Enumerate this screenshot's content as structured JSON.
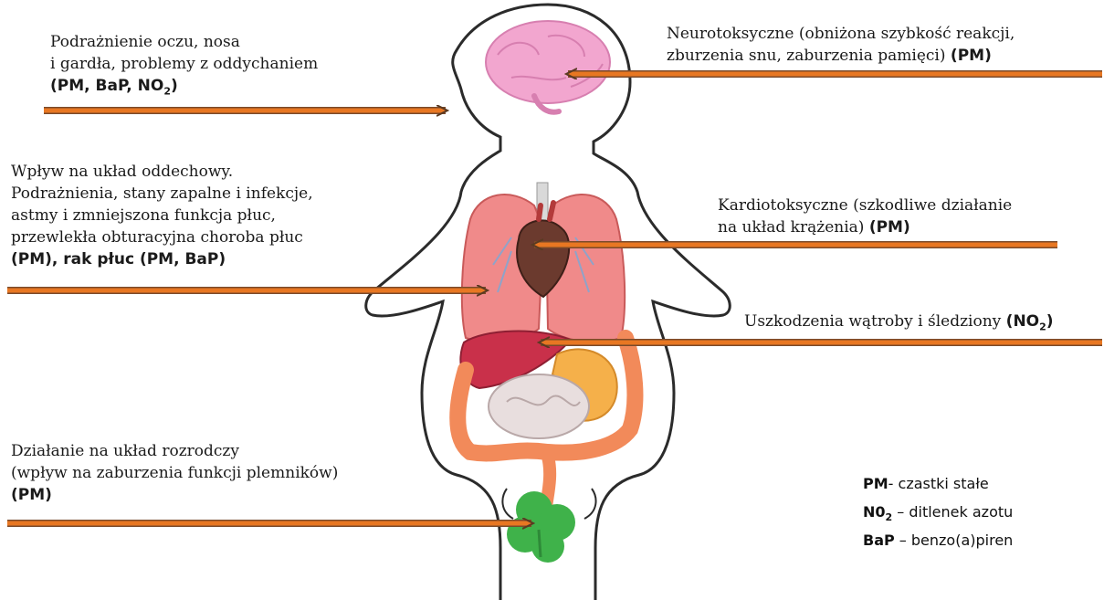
{
  "labels": {
    "eyes": {
      "lines": [
        "Podrażnienie oczu, nosa",
        "i gardła, problemy z oddychaniem"
      ],
      "pollutants": "(PM, BaP, NO",
      "pollutants_sub": "2",
      "pollutants_end": ")"
    },
    "neuro": {
      "lines": [
        "Neurotoksyczne (obniżona szybkość reakcji,",
        "zburzenia snu, zaburzenia pamięci)"
      ],
      "pollutants": "(PM)"
    },
    "respiratory": {
      "lines": [
        "Wpływ na układ oddechowy.",
        "Podrażnienia, stany zapalne i infekcje,",
        "astmy i zmniejszona funkcja płuc,",
        "przewlekła obturacyjna choroba płuc"
      ],
      "pollutants": "(PM), rak płuc (PM, BaP)"
    },
    "cardio": {
      "lines": [
        "Kardiotoksyczne (szkodliwe działanie",
        "na układ krążenia)"
      ],
      "pollutants": "(PM)"
    },
    "liver": {
      "text": "Uszkodzenia wątroby i śledziony",
      "pollutants": "(NO",
      "pollutants_sub": "2",
      "pollutants_end": ")"
    },
    "reproductive": {
      "lines": [
        "Działanie na układ rozrodczy",
        "(wpływ na zaburzenia funkcji plemników)"
      ],
      "pollutants": "(PM)"
    }
  },
  "legend": [
    {
      "abbr": "PM",
      "sub": "",
      "sep": "- ",
      "desc": "czastki stałe"
    },
    {
      "abbr": "N0",
      "sub": "2",
      "sep": " – ",
      "desc": "ditlenek azotu"
    },
    {
      "abbr": "BaP",
      "sub": "",
      "sep": " – ",
      "desc": "benzo(a)piren"
    }
  ],
  "colors": {
    "arrow": "#e87722",
    "arrow_edge": "#7a4a2a",
    "brain": "#f2a6cf",
    "lungs": "#f08a8a",
    "heart": "#6b3a2e",
    "liver": "#c9304a",
    "intestine": "#f28a5a",
    "clover": "#3fb24a"
  },
  "icons": [
    "brain-icon",
    "lungs-icon",
    "heart-icon",
    "liver-icon",
    "stomach-icon",
    "intestine-icon",
    "clover-icon"
  ]
}
